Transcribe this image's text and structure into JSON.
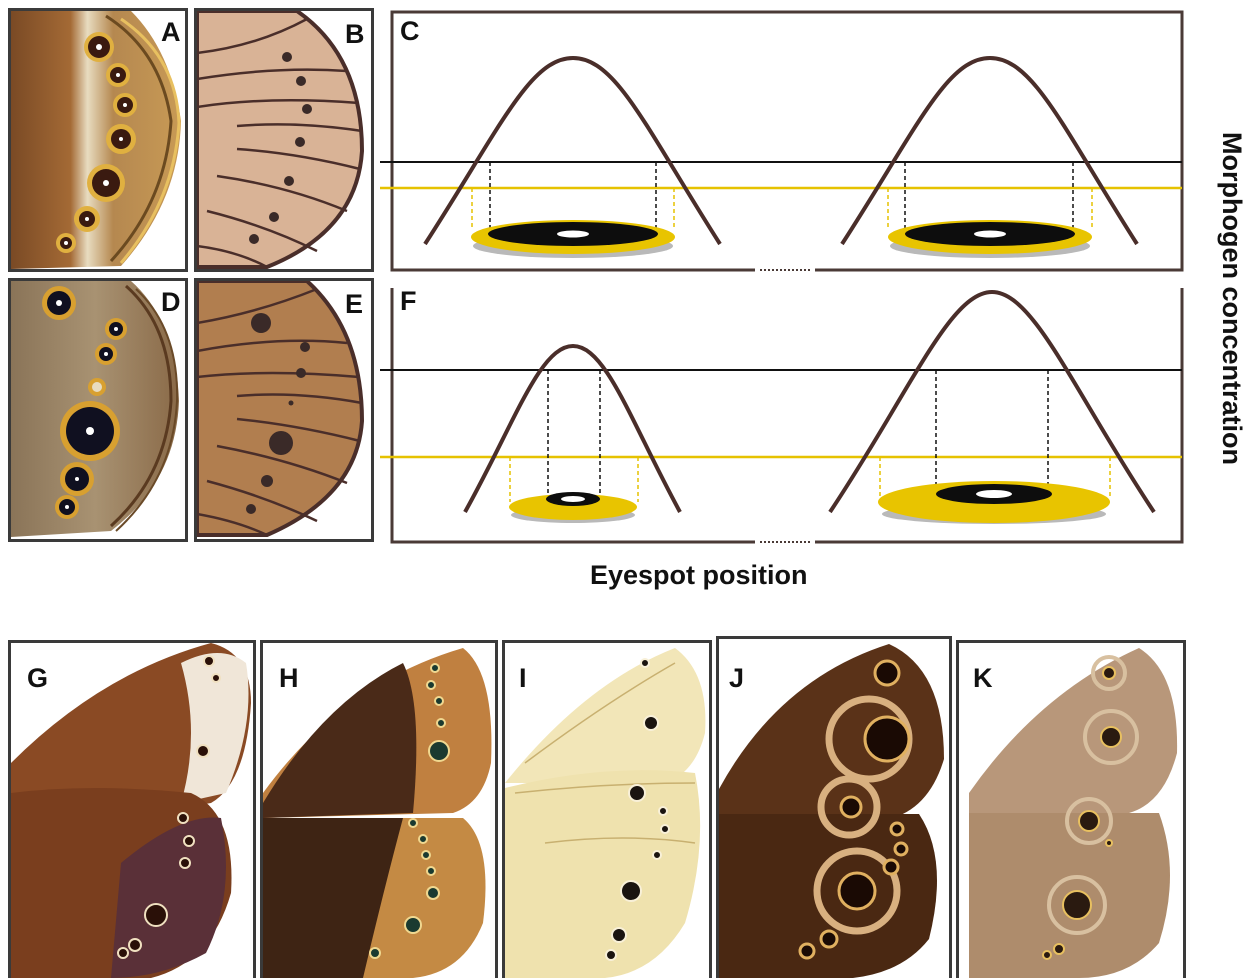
{
  "panels": {
    "A": "A",
    "B": "B",
    "C": "C",
    "D": "D",
    "E": "E",
    "F": "F",
    "G": "G",
    "H": "H",
    "I": "I",
    "J": "J",
    "K": "K"
  },
  "axes": {
    "x_label": "Eyespot position",
    "y_label": "Morphogen concentration"
  },
  "colors": {
    "curve": "#4a2e2a",
    "threshold_black": "#111111",
    "threshold_yellow": "#e6c200",
    "ring_yellow": "#e8c400",
    "spot_black": "#0d0d0d",
    "wing_B": "#d9b396",
    "wing_E": "#b17e4f",
    "frame": "#4a3a36"
  }
}
